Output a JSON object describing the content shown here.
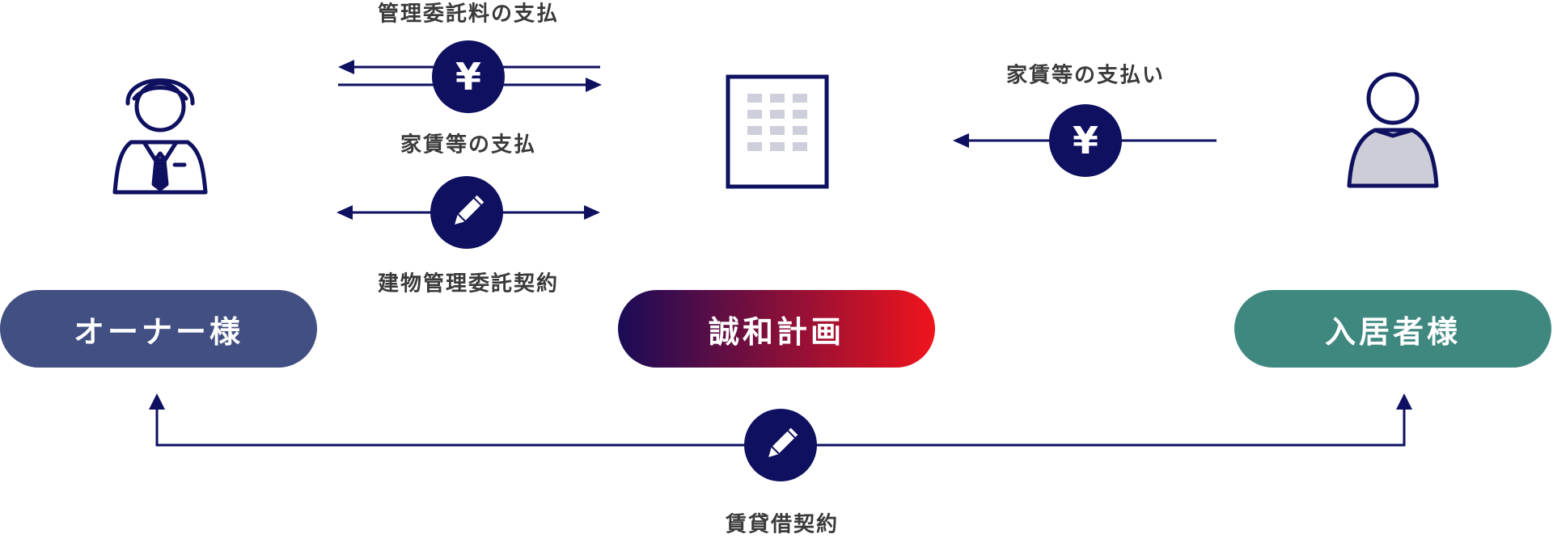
{
  "labels": {
    "mgmt_fee": "管理委託料の支払",
    "rent_to_owner": "家賃等の支払",
    "bldg_contract": "建物管理委託契約",
    "rent_from_tenant": "家賃等の支払い",
    "lease_contract": "賃貸借契約"
  },
  "parties": {
    "owner": "オーナー様",
    "company": "誠和計画",
    "tenant": "入居者様"
  },
  "icons": {
    "yen_symbol": "¥"
  },
  "colors": {
    "navy": "#0f1060",
    "owner_pill": "#414f82",
    "tenant_pill": "#3f8880",
    "company_start": "#1a0b57",
    "company_end": "#f0141c",
    "person_fill": "#cdcdd8",
    "window_gray": "#cfcfdb"
  }
}
